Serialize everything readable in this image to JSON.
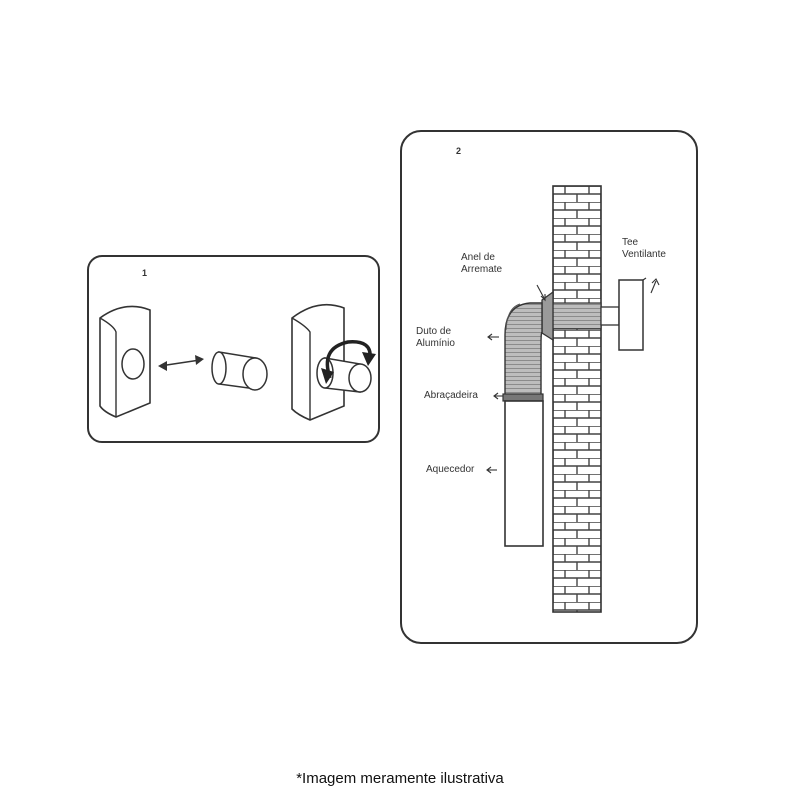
{
  "panel1": {
    "number": "1"
  },
  "panel2": {
    "number": "2",
    "labels": {
      "anel_line1": "Anel de",
      "anel_line2": "Arremate",
      "tee_line1": "Tee",
      "tee_line2": "Ventilante",
      "duto_line1": "Duto de",
      "duto_line2": "Alumínio",
      "abracadeira": "Abraçadeira",
      "aquecedor": "Aquecedor"
    }
  },
  "caption": "*Imagem meramente ilustrativa"
}
